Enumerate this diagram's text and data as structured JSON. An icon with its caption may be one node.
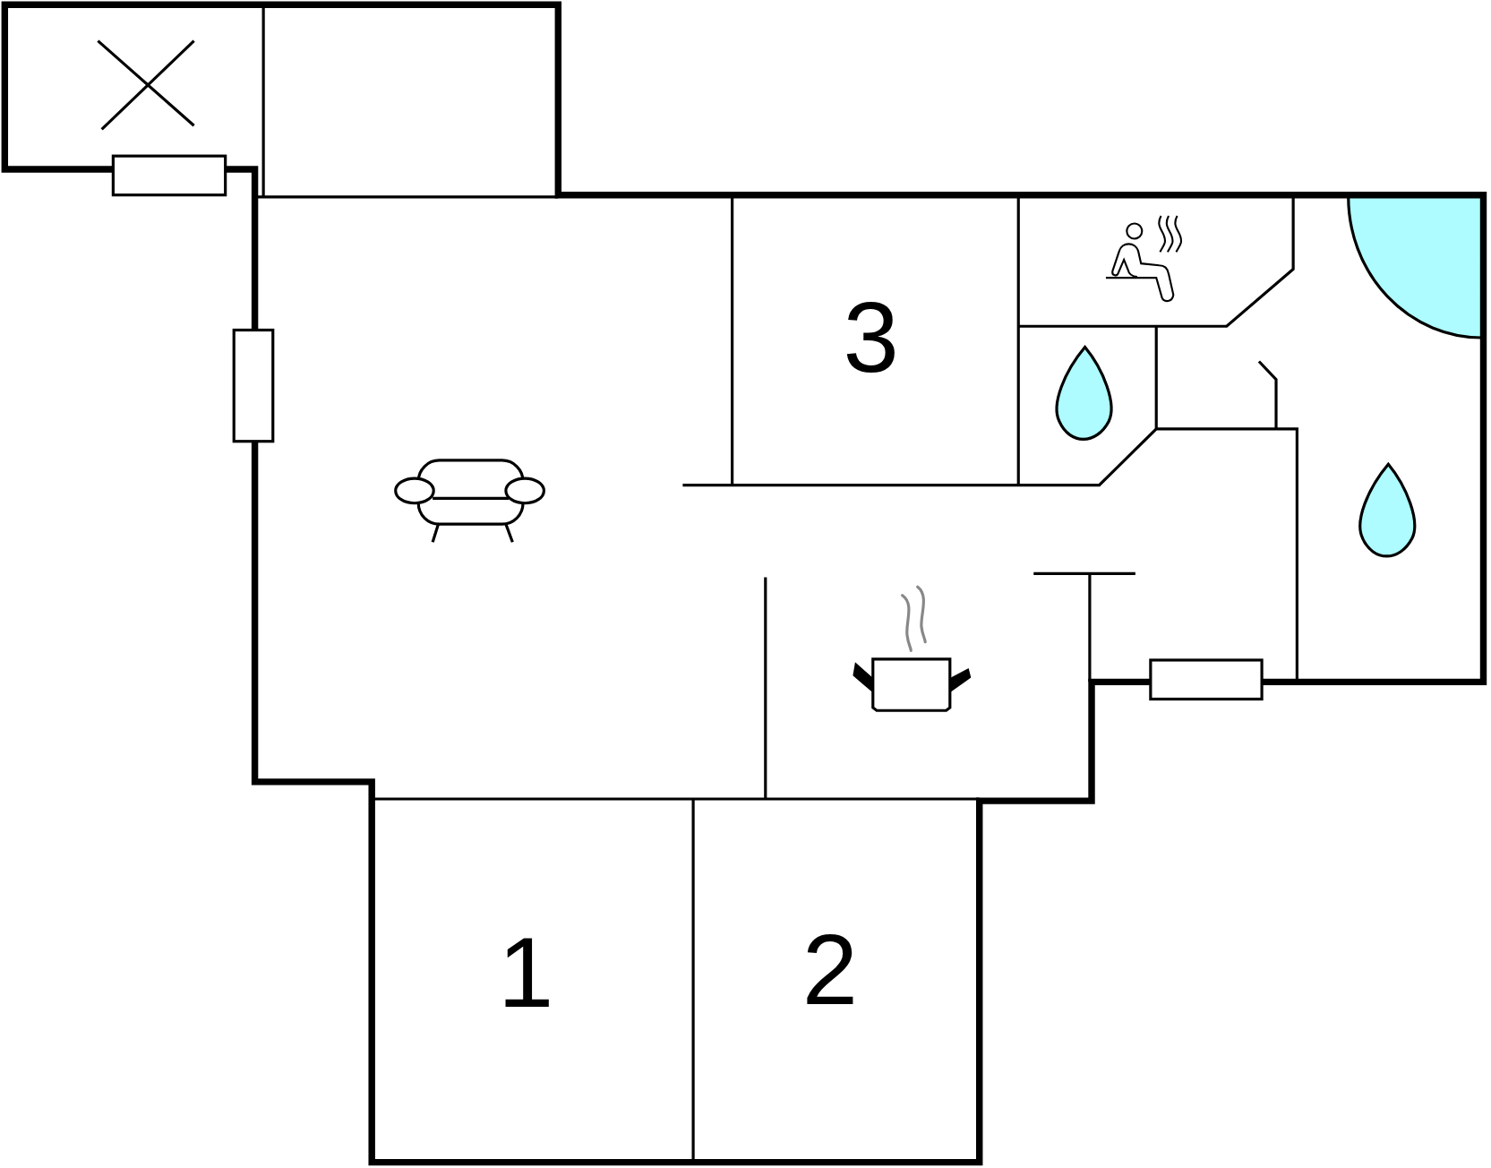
{
  "diagram": {
    "labels": [
      "3",
      "1",
      "2"
    ]
  }
}
